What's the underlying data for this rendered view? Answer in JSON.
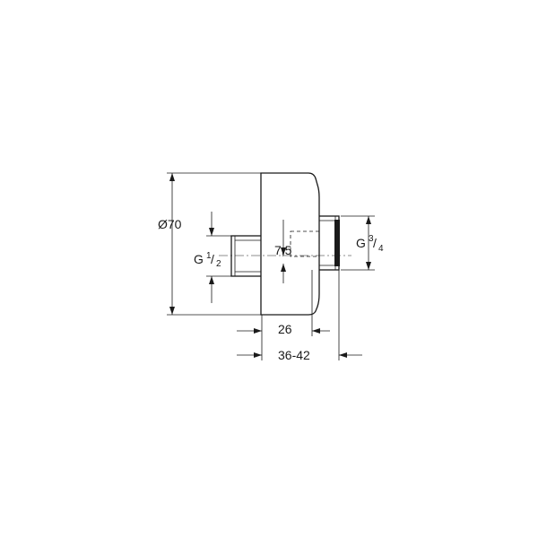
{
  "dimensions": {
    "diameter": {
      "symbol": "Ø",
      "value": "70"
    },
    "inlet_thread": {
      "prefix": "G",
      "numerator": "1",
      "denominator": "2"
    },
    "outlet_thread": {
      "prefix": "G",
      "numerator": "3",
      "denominator": "4"
    },
    "offset": "7,5",
    "body_length": "26",
    "total_length": "36-42"
  },
  "colors": {
    "line": "#1a1a1a",
    "background": "#ffffff"
  }
}
